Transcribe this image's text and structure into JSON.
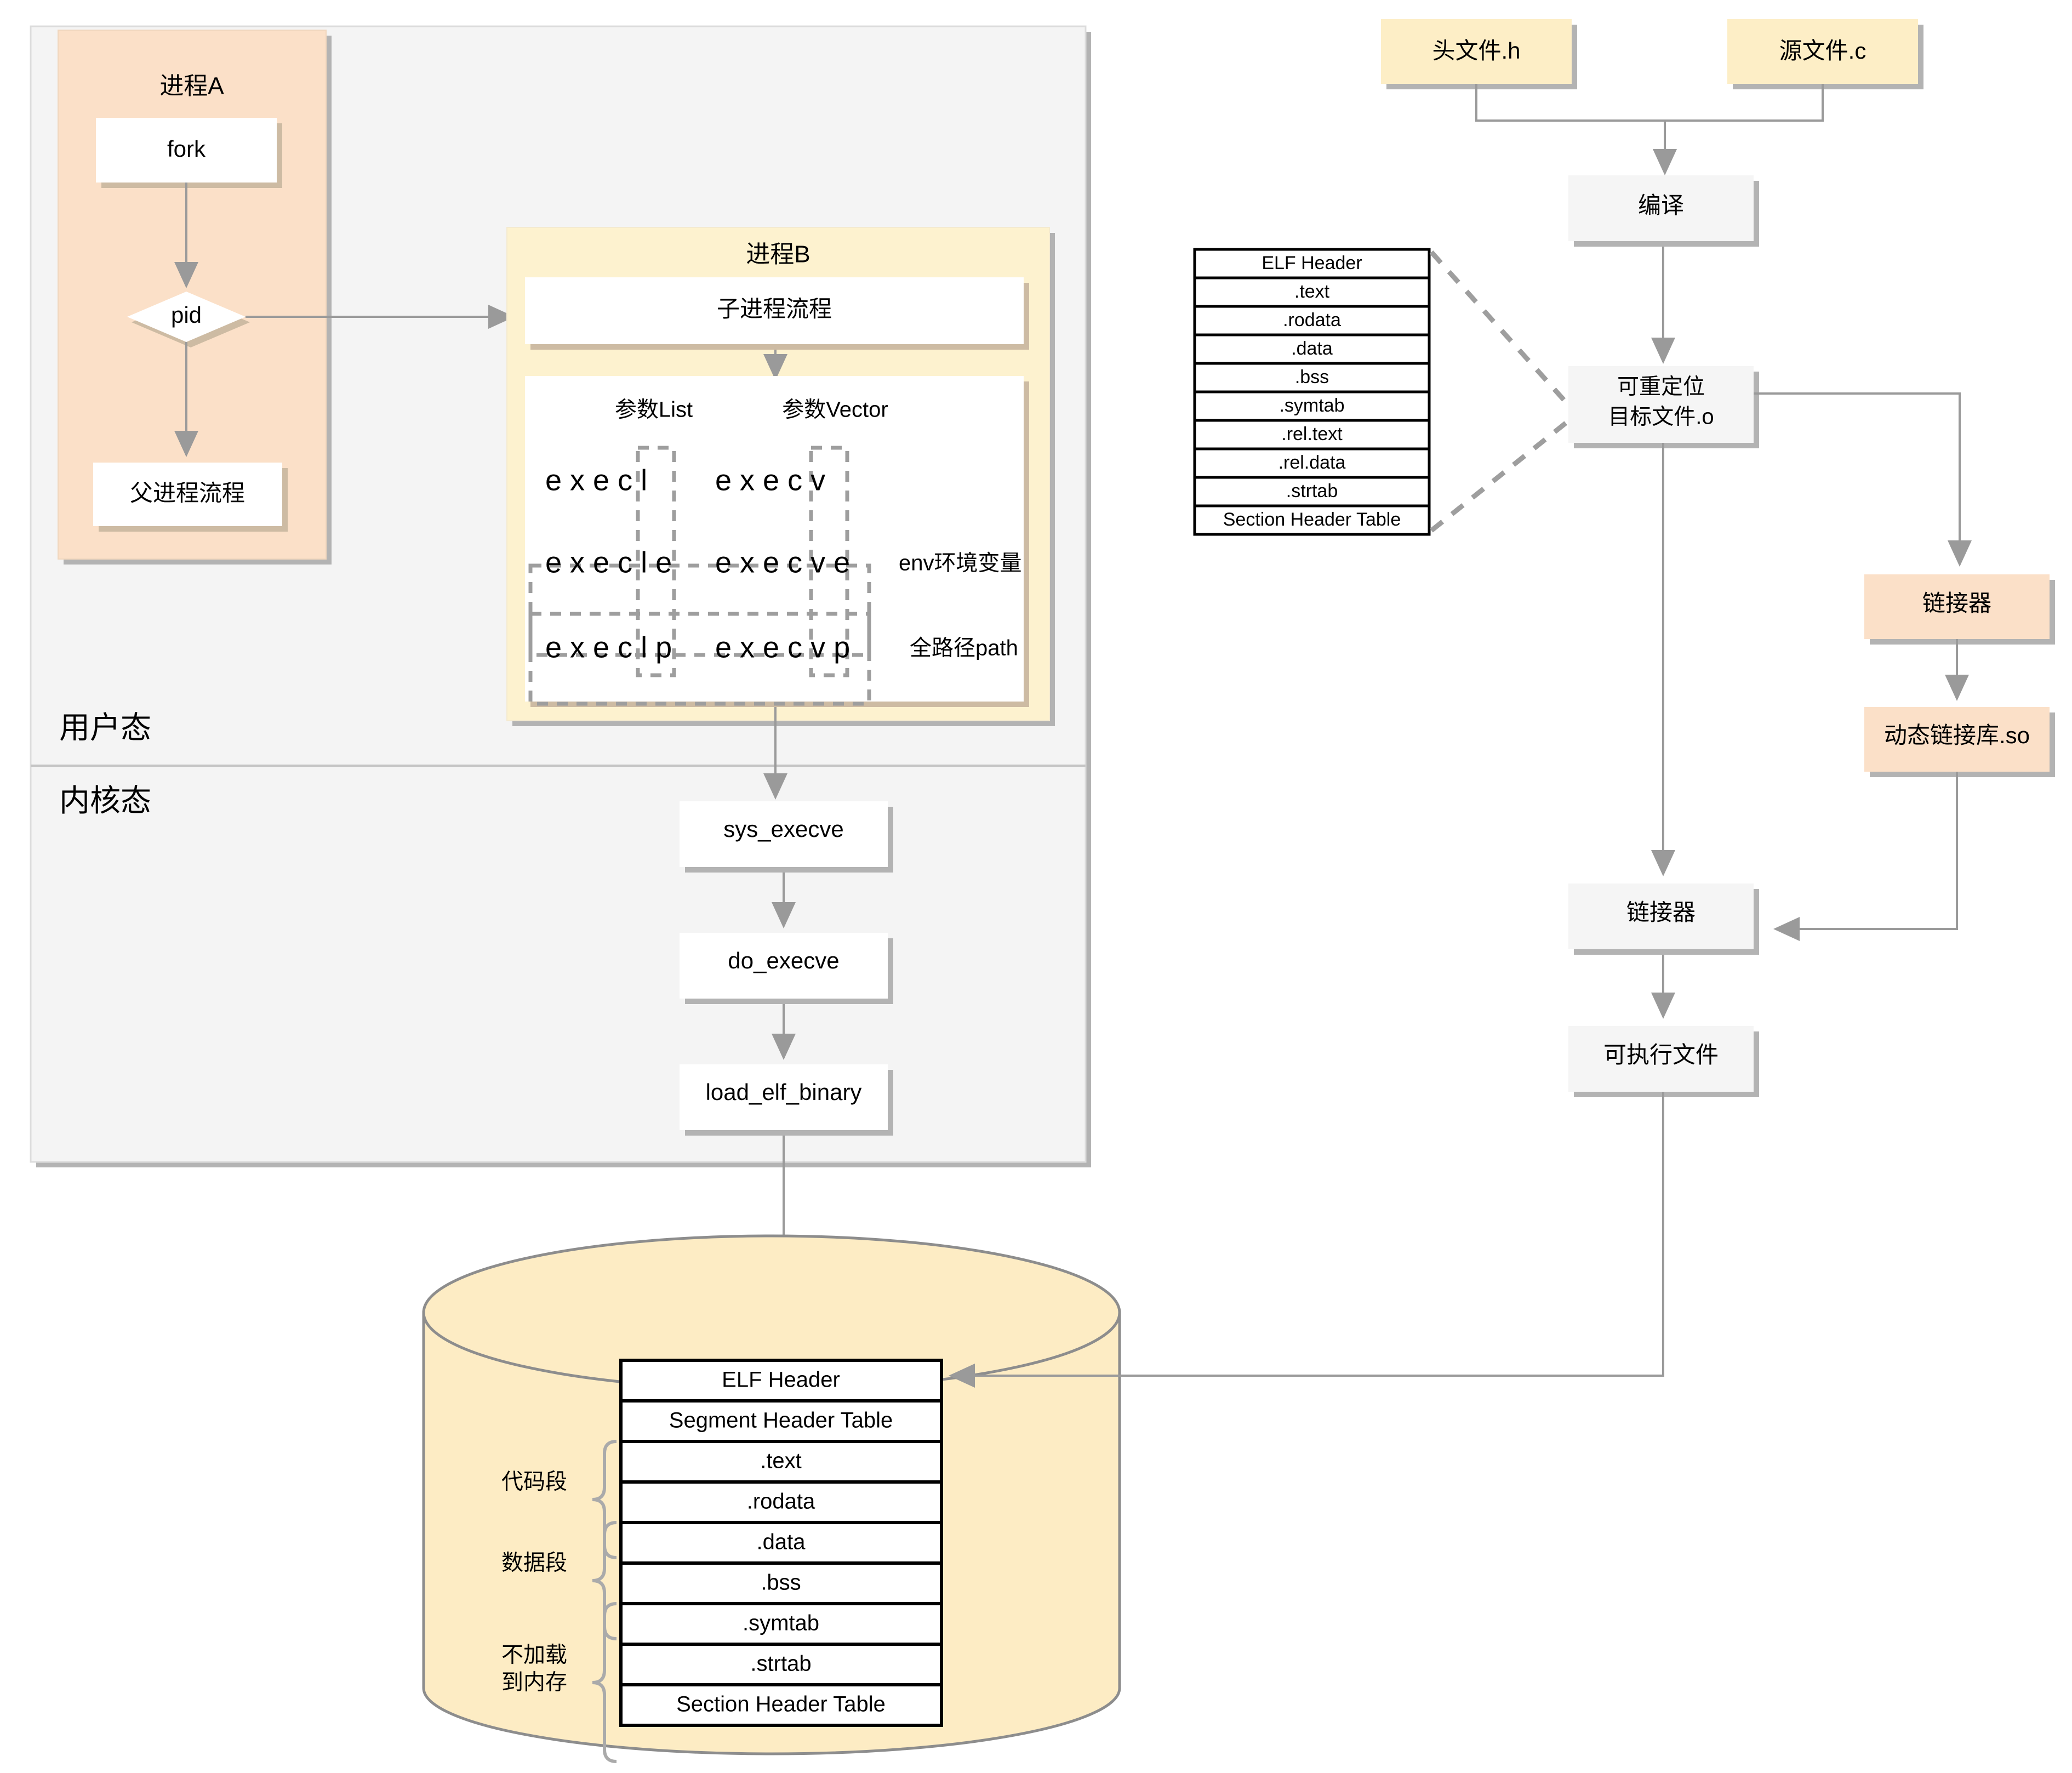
{
  "colors": {
    "panel_bg": "#f4f4f4",
    "panel_border": "#c8c8c8",
    "process_a_bg": "#fbe0c8",
    "process_a_border": "#d6b99a",
    "process_b_bg": "#fdf2cf",
    "process_b_border": "#ded5a6",
    "box_white": "#ffffff",
    "box_grey": "#f5f5f5",
    "box_peach": "#fbe0c8",
    "box_yellow": "#fdeec6",
    "cylinder_fill": "#fdecc4",
    "cylinder_stroke": "#8d8d8d",
    "shadow": "#b3b3b3",
    "shadow_tan": "#cdbba3",
    "arrow": "#9a9a9a",
    "dashed": "#9e9e9e",
    "table_border": "#000000"
  },
  "user_space": {
    "user_mode_label": "用户态",
    "kernel_mode_label": "内核态"
  },
  "process_a": {
    "title": "进程A",
    "fork_label": "fork",
    "pid_label": "pid",
    "parent_flow_label": "父进程流程"
  },
  "process_b": {
    "title": "进程B",
    "child_flow_label": "子进程流程",
    "col_headers": [
      "参数List",
      "参数Vector"
    ],
    "exec_rows": [
      {
        "list": "e x e c l",
        "vector": "e x e c v",
        "note": ""
      },
      {
        "list": "e x e c l e",
        "vector": "e x e c v e",
        "note": "env环境变量"
      },
      {
        "list": "e x e c l p",
        "vector": "e x e c v p",
        "note": "全路径path"
      }
    ]
  },
  "kernel_chain": {
    "steps": [
      "sys_execve",
      "do_execve",
      "load_elf_binary"
    ]
  },
  "object_file_table": {
    "rows": [
      "ELF Header",
      ".text",
      ".rodata",
      ".data",
      ".bss",
      ".symtab",
      ".rel.text",
      ".rel.data",
      ".strtab",
      "Section Header Table"
    ]
  },
  "build_chain": {
    "header_file": "头文件.h",
    "source_file": "源文件.c",
    "compile": "编译",
    "relocatable_line1": "可重定位",
    "relocatable_line2": "目标文件.o",
    "linker_dynamic": "链接器",
    "shared_object": "动态链接库.so",
    "linker_final": "链接器",
    "executable": "可执行文件"
  },
  "memory_image": {
    "rows": [
      "ELF Header",
      "Segment Header Table",
      ".text",
      ".rodata",
      ".data",
      ".bss",
      ".symtab",
      ".strtab",
      "Section Header Table"
    ],
    "brace_labels": [
      {
        "text": "代码段",
        "line2": ""
      },
      {
        "text": "数据段",
        "line2": ""
      },
      {
        "text": "不加载",
        "line2": "到内存"
      }
    ]
  }
}
